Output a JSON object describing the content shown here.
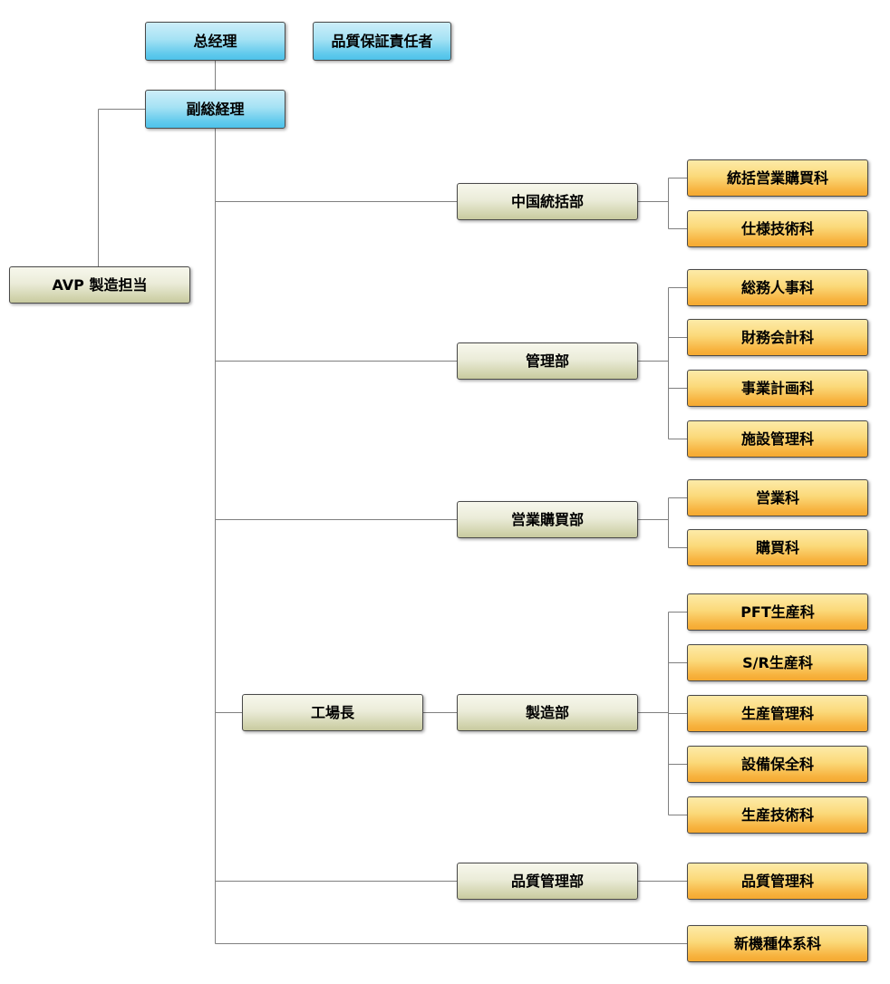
{
  "diagram_type": "org-chart",
  "colors": {
    "executive_box_top": "#cdeef9",
    "executive_box_bottom": "#4ec3ea",
    "department_box_top": "#f7f7ec",
    "department_box_bottom": "#c8ca9f",
    "section_box_top": "#fdeba8",
    "section_box_bottom": "#f5a930",
    "box_border": "#4a4a4a",
    "connector_line": "#7f7f7f",
    "text": "#000000"
  },
  "nodes": [
    {
      "label": "总经理",
      "type": "executive"
    },
    {
      "label": "品質保証責任者",
      "type": "executive"
    },
    {
      "label": "副総経理",
      "type": "executive"
    },
    {
      "label": "AVP 製造担当",
      "type": "department"
    },
    {
      "label": "中国統括部",
      "type": "department"
    },
    {
      "label": "統括営業購買科",
      "type": "section"
    },
    {
      "label": "仕様技術科",
      "type": "section"
    },
    {
      "label": "管理部",
      "type": "department"
    },
    {
      "label": "総務人事科",
      "type": "section"
    },
    {
      "label": "財務会計科",
      "type": "section"
    },
    {
      "label": "事業計画科",
      "type": "section"
    },
    {
      "label": "施設管理科",
      "type": "section"
    },
    {
      "label": "営業購買部",
      "type": "department"
    },
    {
      "label": "営業科",
      "type": "section"
    },
    {
      "label": "購買科",
      "type": "section"
    },
    {
      "label": "工場長",
      "type": "department"
    },
    {
      "label": "製造部",
      "type": "department"
    },
    {
      "label": "PFT生産科",
      "type": "section"
    },
    {
      "label": "S/R生産科",
      "type": "section"
    },
    {
      "label": "生産管理科",
      "type": "section"
    },
    {
      "label": "設備保全科",
      "type": "section"
    },
    {
      "label": "生産技術科",
      "type": "section"
    },
    {
      "label": "品質管理部",
      "type": "department"
    },
    {
      "label": "品質管理科",
      "type": "section"
    },
    {
      "label": "新機種体系科",
      "type": "section"
    }
  ],
  "hierarchy": {
    "总经理": [
      "副総経理"
    ],
    "副総経理": [
      "AVP 製造担当",
      "中国統括部",
      "管理部",
      "営業購買部",
      "工場長",
      "品質管理部",
      "新機種体系科"
    ],
    "中国統括部": [
      "統括営業購買科",
      "仕様技術科"
    ],
    "管理部": [
      "総務人事科",
      "財務会計科",
      "事業計画科",
      "施設管理科"
    ],
    "営業購買部": [
      "営業科",
      "購買科"
    ],
    "工場長": [
      "製造部"
    ],
    "製造部": [
      "PFT生産科",
      "S/R生産科",
      "生産管理科",
      "設備保全科",
      "生産技術科"
    ],
    "品質管理部": [
      "品質管理科"
    ]
  }
}
